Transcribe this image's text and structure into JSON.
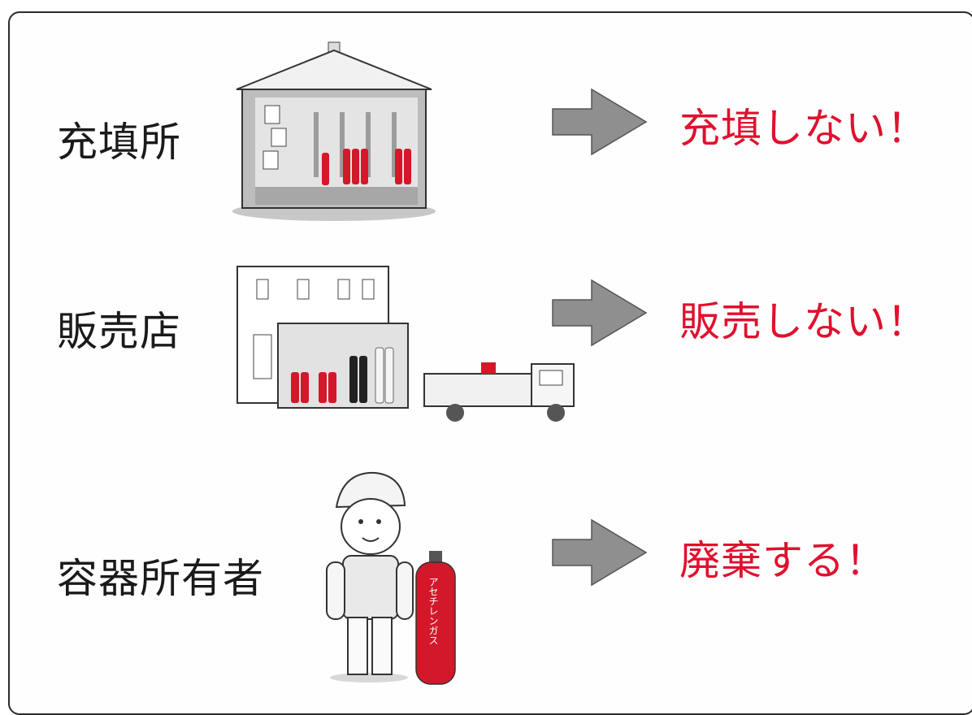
{
  "rows": [
    {
      "subject": "充填所",
      "action": "充填しない！"
    },
    {
      "subject": "販売店",
      "action": "販売しない！"
    },
    {
      "subject": "容器所有者",
      "action": "廃棄する！"
    }
  ],
  "illustrations": {
    "cylinder_text": "アセチレンガス"
  },
  "colors": {
    "action": "#e0102e",
    "arrow": "#8f8f8f",
    "cylinder": "#d3182a"
  }
}
